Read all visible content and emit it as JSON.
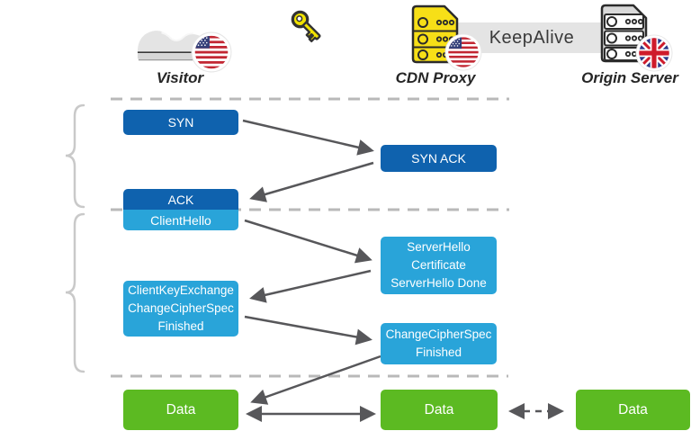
{
  "header": {
    "visitor": {
      "label": "Visitor",
      "icon": "sneaker-icon",
      "flag": "us-flag-icon"
    },
    "cdn": {
      "label": "CDN Proxy",
      "icon": "server-stack-icon",
      "flag": "us-flag-icon"
    },
    "origin": {
      "label": "Origin Server",
      "icon": "server-stack-icon",
      "flag": "uk-flag-icon"
    },
    "key_icon": "key-icon",
    "keepalive_label": "KeepAlive"
  },
  "messages": {
    "syn": "SYN",
    "syn_ack": "SYN ACK",
    "ack": "ACK",
    "client_hello": "ClientHello",
    "server_hello_lines": [
      "ServerHello",
      "Certificate",
      "ServerHello Done"
    ],
    "client_key_exchange_lines": [
      "ClientKeyExchange",
      "ChangeCipherSpec",
      "Finished"
    ],
    "change_cipher_spec_lines": [
      "ChangeCipherSpec",
      "Finished"
    ],
    "data_visitor_cdn": "Data",
    "data_cdn": "Data",
    "data_origin": "Data"
  },
  "colors": {
    "tcp-box": "#0f62ae",
    "tls-box": "#29a4d9",
    "data-box": "#5cba22",
    "arrow": "#57575a",
    "separator": "#b9b9b9",
    "brace": "#c9c9c9",
    "keepalive-band": "#e4e4e4",
    "label-text": "#262626",
    "server-yellow": "#f7df17",
    "server-gray": "#d9d9d9",
    "key-yellow": "#f2e300"
  }
}
